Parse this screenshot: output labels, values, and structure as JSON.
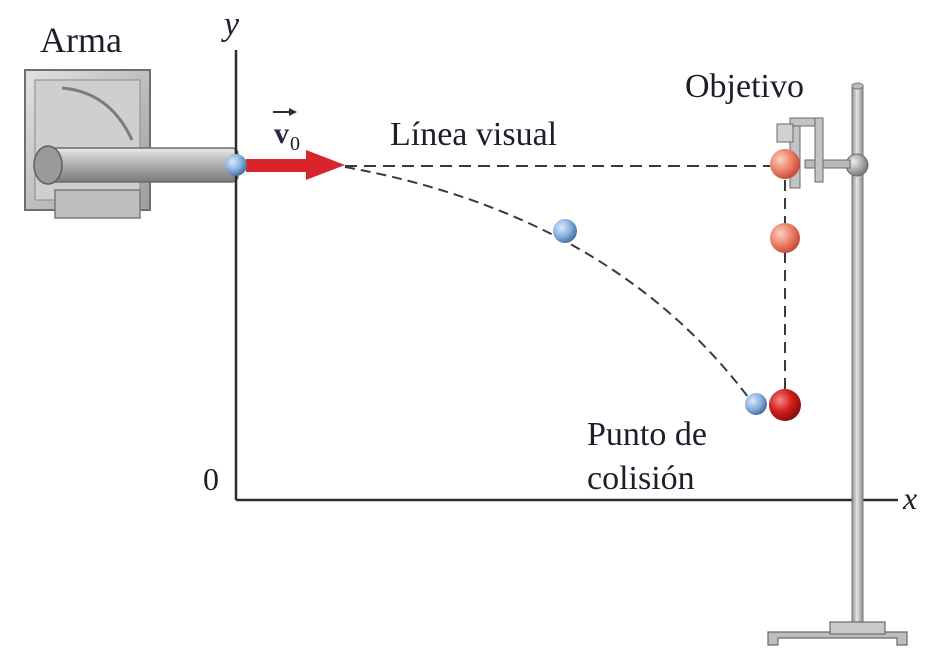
{
  "labels": {
    "gun": "Arma",
    "axis_y": "y",
    "axis_x": "x",
    "origin": "0",
    "velocity_v": "v",
    "velocity_sub": "0",
    "sight_line": "Línea visual",
    "target": "Objetivo",
    "collision_line1": "Punto de",
    "collision_line2": "colisión"
  },
  "colors": {
    "velocity_arrow": "#d8242a",
    "projectile": "#7fa8d8",
    "target_ball": "#e8735f",
    "target_ball_final": "#cc1c1c",
    "axes": "#2b2b2b",
    "dashed_path": "#3a3a3a",
    "stand": "#a9a9a9"
  },
  "icons": {
    "gun": "cannon-icon",
    "stand": "ring-stand-icon"
  }
}
